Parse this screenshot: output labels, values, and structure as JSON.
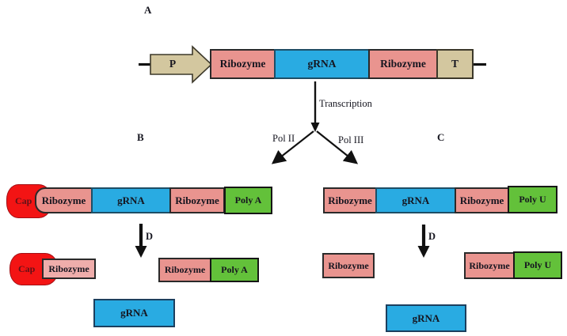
{
  "colors": {
    "pink": "#e9948f",
    "blue": "#29abe2",
    "green": "#63c13a",
    "tan": "#d3c79f",
    "red": "#f31414",
    "border": "#2a2a2a",
    "text": "#15151f"
  },
  "panelA": {
    "label": "A",
    "promoter": "P",
    "ribozyme1": "Ribozyme",
    "grna": "gRNA",
    "ribozyme2": "Ribozyme",
    "terminator": "T"
  },
  "transcription": {
    "label": "Transcription",
    "pol2": "Pol II",
    "pol3": "Pol III"
  },
  "panelB": {
    "label": "B",
    "cap": "Cap",
    "ribozyme1": "Ribozyme",
    "grna": "gRNA",
    "ribozyme2": "Ribozyme",
    "polya": "Poly A",
    "cleavage_label": "D",
    "frag_cap": "Cap",
    "frag_cap_ribozyme": "Ribozyme",
    "frag_ribozyme": "Ribozyme",
    "frag_polya": "Poly A",
    "frag_grna": "gRNA"
  },
  "panelC": {
    "label": "C",
    "ribozyme1": "Ribozyme",
    "grna": "gRNA",
    "ribozyme2": "Ribozyme",
    "polyu": "Poly U",
    "cleavage_label": "D",
    "frag_ribozyme1": "Ribozyme",
    "frag_ribozyme2": "Ribozyme",
    "frag_polyu": "Poly U",
    "frag_grna": "gRNA"
  }
}
